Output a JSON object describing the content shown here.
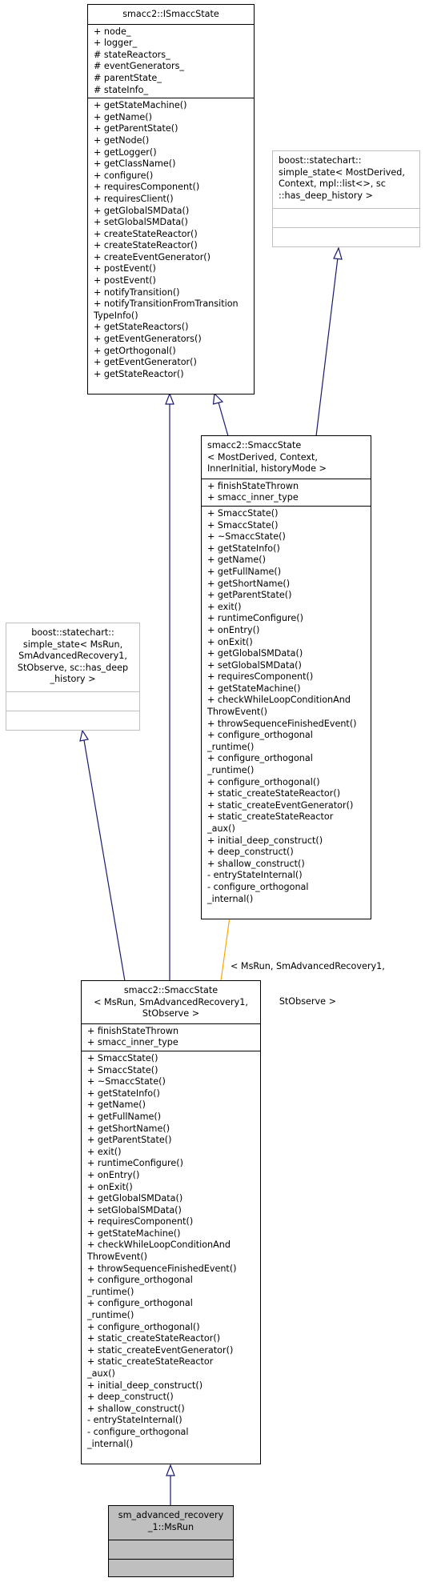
{
  "nodes": {
    "ismacc": {
      "title": [
        "smacc2::ISmaccState"
      ],
      "attributes": [
        "+ node_",
        "+ logger_",
        "# stateReactors_",
        "# eventGenerators_",
        "# parentState_",
        "# stateInfo_"
      ],
      "methods": [
        "+ getStateMachine()",
        "+ getName()",
        "+ getParentState()",
        "+ getNode()",
        "+ getLogger()",
        "+ getClassName()",
        "+ configure()",
        "+ requiresComponent()",
        "+ requiresClient()",
        "+ getGlobalSMData()",
        "+ setGlobalSMData()",
        "+ createStateReactor()",
        "+ createStateReactor()",
        "+ createEventGenerator()",
        "+ postEvent()",
        "+ postEvent()",
        "+ notifyTransition()",
        "+ notifyTransitionFromTransition",
        "TypeInfo()",
        "+ getStateReactors()",
        "+ getEventGenerators()",
        "+ getOrthogonal()",
        "+ getEventGenerator()",
        "+ getStateReactor()"
      ]
    },
    "boost_simple_generic": {
      "title": [
        "boost::statechart::",
        "simple_state< MostDerived,",
        "Context, mpl::list<>, sc",
        "::has_deep_history >"
      ],
      "attributes": [],
      "methods": []
    },
    "smacc_template": {
      "title": [
        "smacc2::SmaccState",
        "< MostDerived, Context,",
        "InnerInitial, historyMode >"
      ],
      "attributes": [
        "+ finishStateThrown",
        "+ smacc_inner_type"
      ],
      "methods": [
        "+ SmaccState()",
        "+ SmaccState()",
        "+ ~SmaccState()",
        "+ getStateInfo()",
        "+ getName()",
        "+ getFullName()",
        "+ getShortName()",
        "+ getParentState()",
        "+ exit()",
        "+ runtimeConfigure()",
        "+ onEntry()",
        "+ onExit()",
        "+ getGlobalSMData()",
        "+ setGlobalSMData()",
        "+ requiresComponent()",
        "+ getStateMachine()",
        "+ checkWhileLoopConditionAnd",
        "ThrowEvent()",
        "+ throwSequenceFinishedEvent()",
        "+ configure_orthogonal",
        "_runtime()",
        "+ configure_orthogonal",
        "_runtime()",
        "+ configure_orthogonal()",
        "+ static_createStateReactor()",
        "+ static_createEventGenerator()",
        "+ static_createStateReactor",
        "_aux()",
        "+ initial_deep_construct()",
        "+ deep_construct()",
        "+ shallow_construct()",
        "- entryStateInternal()",
        "- configure_orthogonal",
        "_internal()"
      ]
    },
    "boost_simple_msrun": {
      "title": [
        "boost::statechart::",
        "simple_state< MsRun,",
        "SmAdvancedRecovery1,",
        "StObserve, sc::has_deep",
        "_history >"
      ],
      "attributes": [],
      "methods": []
    },
    "smacc_msrun": {
      "title": [
        "smacc2::SmaccState",
        "< MsRun, SmAdvancedRecovery1,",
        "StObserve >"
      ],
      "attributes": [
        "+ finishStateThrown",
        "+ smacc_inner_type"
      ],
      "methods": [
        "+ SmaccState()",
        "+ SmaccState()",
        "+ ~SmaccState()",
        "+ getStateInfo()",
        "+ getName()",
        "+ getFullName()",
        "+ getShortName()",
        "+ getParentState()",
        "+ exit()",
        "+ runtimeConfigure()",
        "+ onEntry()",
        "+ onExit()",
        "+ getGlobalSMData()",
        "+ setGlobalSMData()",
        "+ requiresComponent()",
        "+ getStateMachine()",
        "+ checkWhileLoopConditionAnd",
        "ThrowEvent()",
        "+ throwSequenceFinishedEvent()",
        "+ configure_orthogonal",
        "_runtime()",
        "+ configure_orthogonal",
        "_runtime()",
        "+ configure_orthogonal()",
        "+ static_createStateReactor()",
        "+ static_createEventGenerator()",
        "+ static_createStateReactor",
        "_aux()",
        "+ initial_deep_construct()",
        "+ deep_construct()",
        "+ shallow_construct()",
        "- entryStateInternal()",
        "- configure_orthogonal",
        "_internal()"
      ]
    },
    "msrun": {
      "title": [
        "sm_advanced_recovery",
        "_1::MsRun"
      ],
      "attributes": [],
      "methods": []
    }
  },
  "template_binding_label": [
    "< MsRun, SmAdvancedRecovery1,",
    "StObserve >"
  ],
  "colors": {
    "inheritance_edge": "#191970",
    "template_edge": "#FFA500",
    "external_class_border": "#BFBFBF",
    "focus_class_fill": "#BFBFBF"
  }
}
